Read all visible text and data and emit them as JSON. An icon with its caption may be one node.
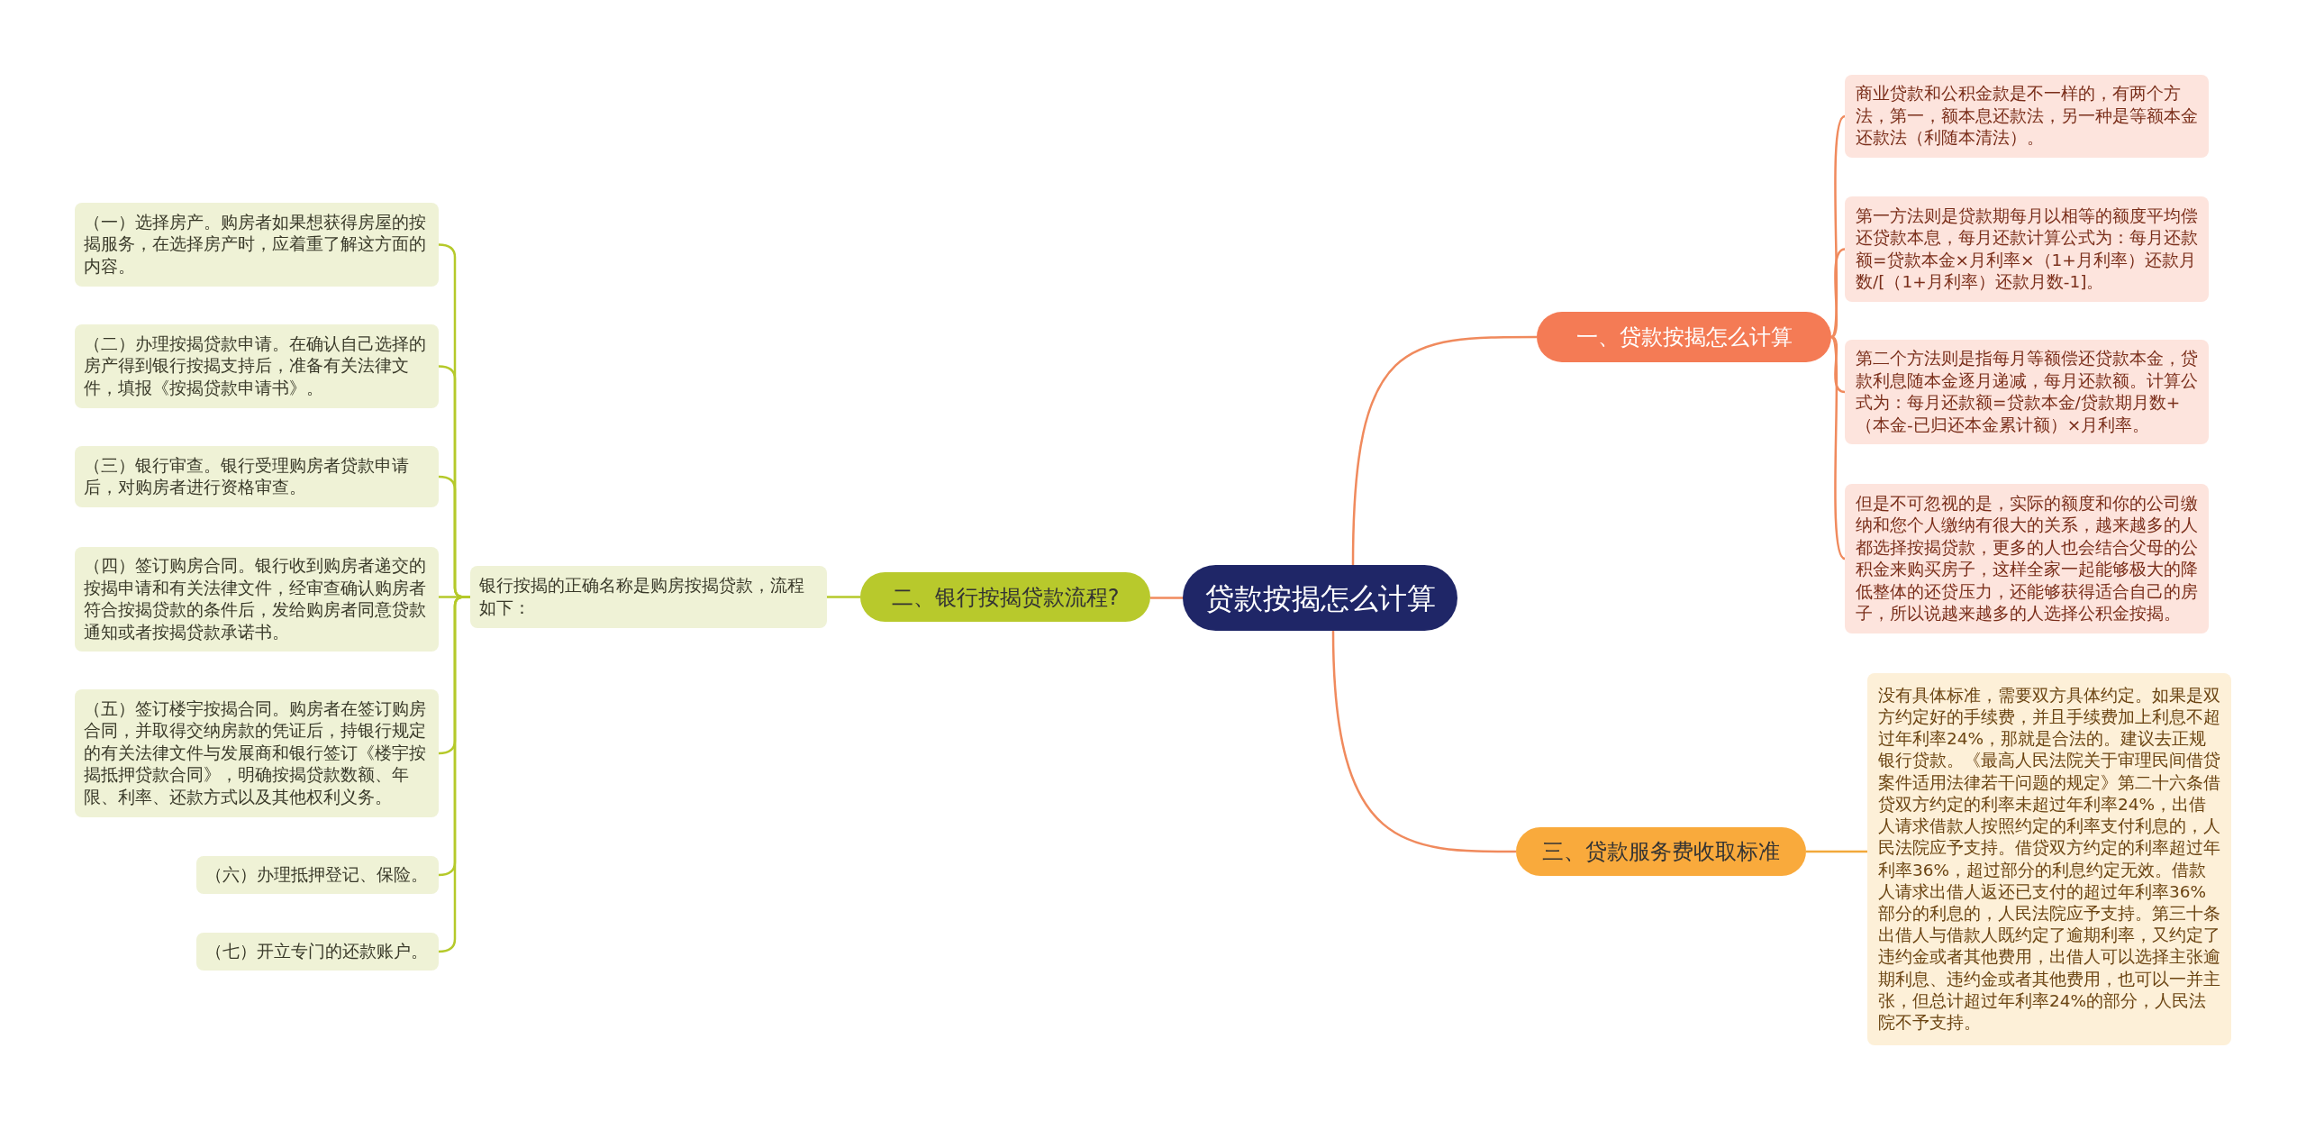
{
  "diagram": {
    "nodes": [
      {
        "text": [
          "贷款按揭怎么计算"
        ]
      },
      {
        "text": [
          "一、贷款按揭怎么计算"
        ]
      },
      {
        "text": [
          "商业贷款和公积金款是不一样的，有两个方法，第一，额本息还款法，另一种是等额本金还款法（利随本清法）。"
        ]
      },
      {
        "text": [
          "第一方法则是贷款期每月以相等的额度平均偿还贷款本息，每月还款计算公式为：每月还款额=贷款本金×月利率×（1+月利率）还款月数/[（1+月利率）还款月数-1]。"
        ]
      },
      {
        "text": [
          "第二个方法则是指每月等额偿还贷款本金，贷款利息随本金逐月递减，每月还款额。计算公式为：每月还款额=贷款本金/贷款期月数+（本金-已归还本金累计额）×月利率。"
        ]
      },
      {
        "text": [
          "但是不可忽视的是，实际的额度和你的公司缴纳和您个人缴纳有很大的关系，越来越多的人都选择按揭贷款，更多的人也会结合父母的公积金来购买房子，这样全家一起能够极大的降低整体的还贷压力，还能够获得适合自己的房子，所以说越来越多的人选择公积金按揭。"
        ]
      },
      {
        "text": [
          "二、银行按揭贷款流程?"
        ]
      },
      {
        "text": [
          "银行按揭的正确名称是购房按揭贷款，流程如下："
        ]
      },
      {
        "text": [
          "（一）选择房产。购房者如果想获得房屋的按揭服务，在选择房产时，应着重了解这方面的内容。"
        ]
      },
      {
        "text": [
          "（二）办理按揭贷款申请。在确认自己选择的房产得到银行按揭支持后，准备有关法律文件，填报《按揭贷款申请书》。"
        ]
      },
      {
        "text": [
          "（三）银行审查。银行受理购房者贷款申请后，对购房者进行资格审查。"
        ]
      },
      {
        "text": [
          "（四）签订购房合同。银行收到购房者递交的按揭申请和有关法律文件，经审查确认购房者符合按揭贷款的条件后，发给购房者同意贷款通知或者按揭贷款承诺书。"
        ]
      },
      {
        "text": [
          "（五）签订楼宇按揭合同。购房者在签订购房合同，并取得交纳房款的凭证后，持银行规定的有关法律文件与发展商和银行签订《楼宇按揭抵押贷款合同》，明确按揭贷款数额、年限、利率、还款方式以及其他权利义务。"
        ]
      },
      {
        "text": [
          "（六）办理抵押登记、保险。"
        ]
      },
      {
        "text": [
          "（七）开立专门的还款账户。"
        ]
      },
      {
        "text": [
          "三、贷款服务费收取标准"
        ]
      },
      {
        "text": [
          "没有具体标准，需要双方具体约定。如果是双方约定好的手续费，并且手续费加上利息不超过年利率24%，那就是合法的。建议去正规银行贷款。《最高人民法院关于审理民间借贷案件适用法律若干问题的规定》第二十六条借贷双方约定的利率未超过年利率24%，出借人请求借款人按照约定的利率支付利息的，人民法院应予支持。借贷双方约定的利率超过年利率36%，超过部分的利息约定无效。借款人请求出借人返还已支付的超过年利率36%部分的利息的，人民法院应予支持。第三十条出借人与借款人既约定了逾期利率，又约定了违约金或者其他费用，出借人可以选择主张逾期利息、违约金或者其他费用，也可以一并主张，但总计超过年利率24%的部分，人民法院不予支持。"
        ]
      }
    ],
    "edges": [
      {
        "from": 0,
        "to": 1,
        "arrow": "none"
      },
      {
        "from": 1,
        "to": 2,
        "arrow": "none"
      },
      {
        "from": 1,
        "to": 3,
        "arrow": "none"
      },
      {
        "from": 1,
        "to": 4,
        "arrow": "none"
      },
      {
        "from": 1,
        "to": 5,
        "arrow": "none"
      },
      {
        "from": 0,
        "to": 6,
        "arrow": "none"
      },
      {
        "from": 6,
        "to": 7,
        "arrow": "none"
      },
      {
        "from": 7,
        "to": 8,
        "arrow": "none"
      },
      {
        "from": 7,
        "to": 9,
        "arrow": "none"
      },
      {
        "from": 7,
        "to": 10,
        "arrow": "none"
      },
      {
        "from": 7,
        "to": 11,
        "arrow": "none"
      },
      {
        "from": 7,
        "to": 12,
        "arrow": "none"
      },
      {
        "from": 7,
        "to": 13,
        "arrow": "none"
      },
      {
        "from": 7,
        "to": 14,
        "arrow": "none"
      },
      {
        "from": 0,
        "to": 15,
        "arrow": "none"
      },
      {
        "from": 15,
        "to": 16,
        "arrow": "none"
      }
    ]
  }
}
